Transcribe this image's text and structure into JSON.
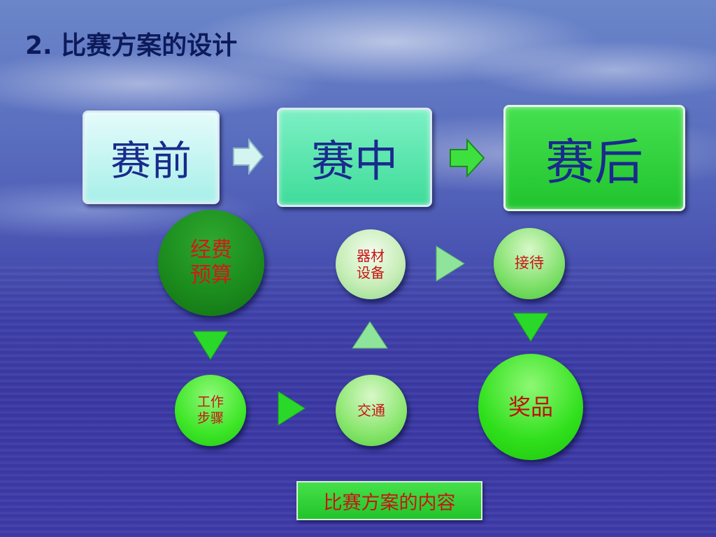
{
  "title": "2. 比赛方案的设计",
  "stages": [
    "赛前",
    "赛中",
    "赛后"
  ],
  "nodes": {
    "funding": "经费\n预算",
    "equipment": "器材\n设备",
    "reception": "接待",
    "steps": "工作\n步骤",
    "transport": "交通",
    "prize": "奖品"
  },
  "caption": "比赛方案的内容",
  "colors": {
    "title": "#0d1a5a",
    "stage_text": "#1a2a8c",
    "node_text": "#c81414",
    "arrow_green": "#2ad82a",
    "arrow_light": "#ccf4ee"
  }
}
